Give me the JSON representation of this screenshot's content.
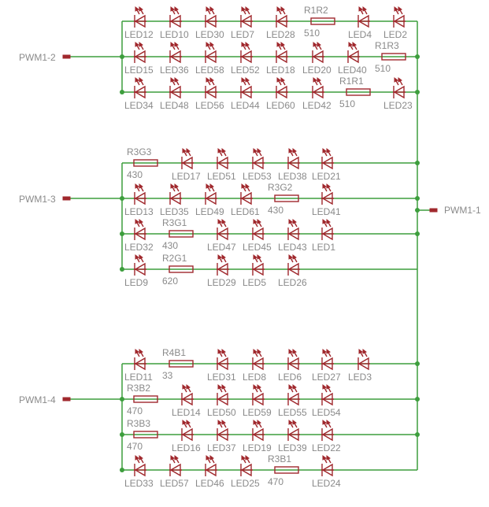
{
  "colors": {
    "wire": "#3d9e3d",
    "symbol": "#a0282d",
    "text": "#8a8a8a",
    "background": "#ffffff"
  },
  "nets": [
    "PWM1-1",
    "PWM1-2",
    "PWM1-3",
    "PWM1-4"
  ],
  "rows": [
    {
      "components": [
        {
          "kind": "led",
          "name": "LED12"
        },
        {
          "kind": "led",
          "name": "LED10"
        },
        {
          "kind": "led",
          "name": "LED30"
        },
        {
          "kind": "led",
          "name": "LED7"
        },
        {
          "kind": "led",
          "name": "LED28"
        },
        {
          "kind": "res",
          "name": "R1R2",
          "value": "510"
        },
        {
          "kind": "led",
          "name": "LED4"
        },
        {
          "kind": "led",
          "name": "LED2"
        }
      ]
    },
    {
      "components": [
        {
          "kind": "led",
          "name": "LED15"
        },
        {
          "kind": "led",
          "name": "LED36"
        },
        {
          "kind": "led",
          "name": "LED58"
        },
        {
          "kind": "led",
          "name": "LED52"
        },
        {
          "kind": "led",
          "name": "LED18"
        },
        {
          "kind": "led",
          "name": "LED20"
        },
        {
          "kind": "led",
          "name": "LED40"
        },
        {
          "kind": "res",
          "name": "R1R3",
          "value": "510"
        }
      ]
    },
    {
      "components": [
        {
          "kind": "led",
          "name": "LED34"
        },
        {
          "kind": "led",
          "name": "LED48"
        },
        {
          "kind": "led",
          "name": "LED56"
        },
        {
          "kind": "led",
          "name": "LED44"
        },
        {
          "kind": "led",
          "name": "LED60"
        },
        {
          "kind": "led",
          "name": "LED42"
        },
        {
          "kind": "res",
          "name": "R1R1",
          "value": "510"
        },
        {
          "kind": "led",
          "name": "LED23"
        }
      ]
    },
    {
      "components": [
        {
          "kind": "res",
          "name": "R3G3",
          "value": "430"
        },
        {
          "kind": "led",
          "name": "LED17"
        },
        {
          "kind": "led",
          "name": "LED51"
        },
        {
          "kind": "led",
          "name": "LED53"
        },
        {
          "kind": "led",
          "name": "LED38"
        },
        {
          "kind": "led",
          "name": "LED21"
        }
      ]
    },
    {
      "components": [
        {
          "kind": "led",
          "name": "LED13"
        },
        {
          "kind": "led",
          "name": "LED35"
        },
        {
          "kind": "led",
          "name": "LED49"
        },
        {
          "kind": "led",
          "name": "LED61"
        },
        {
          "kind": "res",
          "name": "R3G2",
          "value": "430"
        },
        {
          "kind": "led",
          "name": "LED41"
        }
      ]
    },
    {
      "components": [
        {
          "kind": "led",
          "name": "LED32"
        },
        {
          "kind": "res",
          "name": "R3G1",
          "value": "430"
        },
        {
          "kind": "led",
          "name": "LED47"
        },
        {
          "kind": "led",
          "name": "LED45"
        },
        {
          "kind": "led",
          "name": "LED43"
        },
        {
          "kind": "led",
          "name": "LED1"
        }
      ]
    },
    {
      "components": [
        {
          "kind": "led",
          "name": "LED9"
        },
        {
          "kind": "res",
          "name": "R2G1",
          "value": "620"
        },
        {
          "kind": "led",
          "name": "LED29"
        },
        {
          "kind": "led",
          "name": "LED5"
        },
        {
          "kind": "led",
          "name": "LED26"
        }
      ]
    },
    {
      "components": [
        {
          "kind": "led",
          "name": "LED11"
        },
        {
          "kind": "res",
          "name": "R4B1",
          "value": "33"
        },
        {
          "kind": "led",
          "name": "LED31"
        },
        {
          "kind": "led",
          "name": "LED8"
        },
        {
          "kind": "led",
          "name": "LED6"
        },
        {
          "kind": "led",
          "name": "LED27"
        },
        {
          "kind": "led",
          "name": "LED3"
        }
      ]
    },
    {
      "components": [
        {
          "kind": "res",
          "name": "R3B2",
          "value": "470"
        },
        {
          "kind": "led",
          "name": "LED14"
        },
        {
          "kind": "led",
          "name": "LED50"
        },
        {
          "kind": "led",
          "name": "LED59"
        },
        {
          "kind": "led",
          "name": "LED55"
        },
        {
          "kind": "led",
          "name": "LED54"
        }
      ]
    },
    {
      "components": [
        {
          "kind": "res",
          "name": "R3B3",
          "value": "470"
        },
        {
          "kind": "led",
          "name": "LED16"
        },
        {
          "kind": "led",
          "name": "LED37"
        },
        {
          "kind": "led",
          "name": "LED19"
        },
        {
          "kind": "led",
          "name": "LED39"
        },
        {
          "kind": "led",
          "name": "LED22"
        }
      ]
    },
    {
      "components": [
        {
          "kind": "led",
          "name": "LED33"
        },
        {
          "kind": "led",
          "name": "LED57"
        },
        {
          "kind": "led",
          "name": "LED46"
        },
        {
          "kind": "led",
          "name": "LED25"
        },
        {
          "kind": "res",
          "name": "R3B1",
          "value": "470"
        },
        {
          "kind": "led",
          "name": "LED24"
        }
      ]
    }
  ]
}
